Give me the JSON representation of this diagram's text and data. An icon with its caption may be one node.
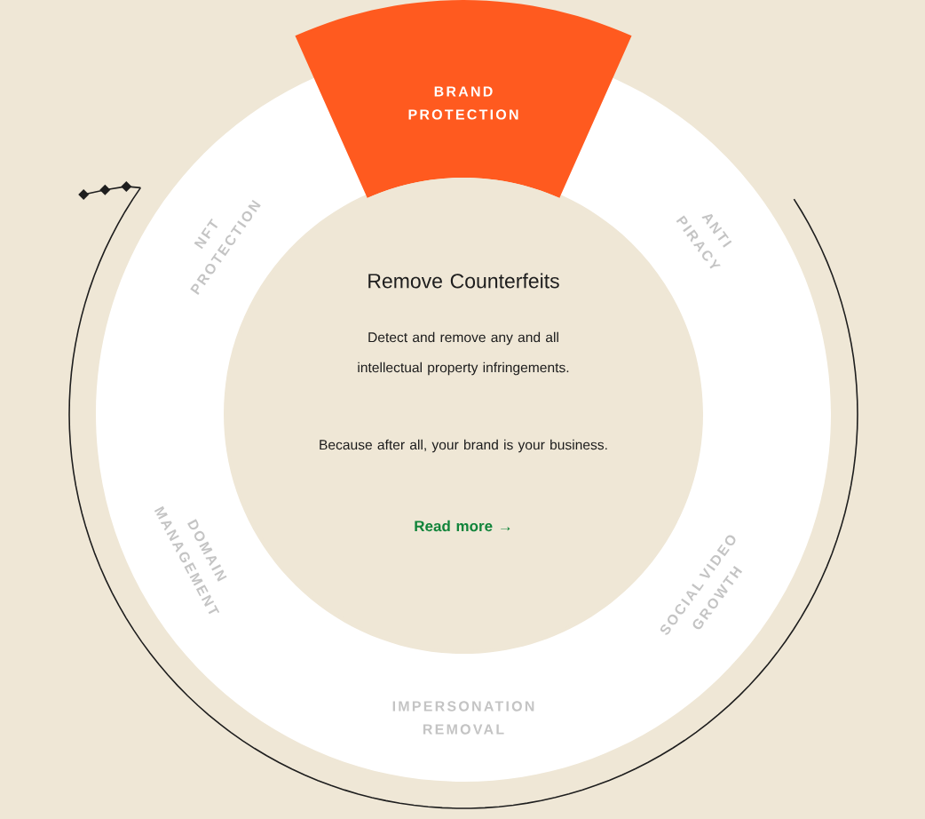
{
  "diagram": {
    "nodes": [
      {
        "text": [
          "BRAND PROTECTION"
        ]
      },
      {
        "text": [
          "ANTI PIRACY"
        ]
      },
      {
        "text": [
          "SOCIAL VIDEO GROWTH"
        ]
      },
      {
        "text": [
          "IMPERSONATION REMOVAL"
        ]
      },
      {
        "text": [
          "DOMAIN MANAGEMENT"
        ]
      },
      {
        "text": [
          "NFT PROTECTION"
        ]
      },
      {
        "text": [
          "Remove Counterfeits",
          "Detect and remove any and all intellectual property infringements.",
          "Because after all, your brand is your business.",
          "Read more →"
        ]
      }
    ]
  }
}
